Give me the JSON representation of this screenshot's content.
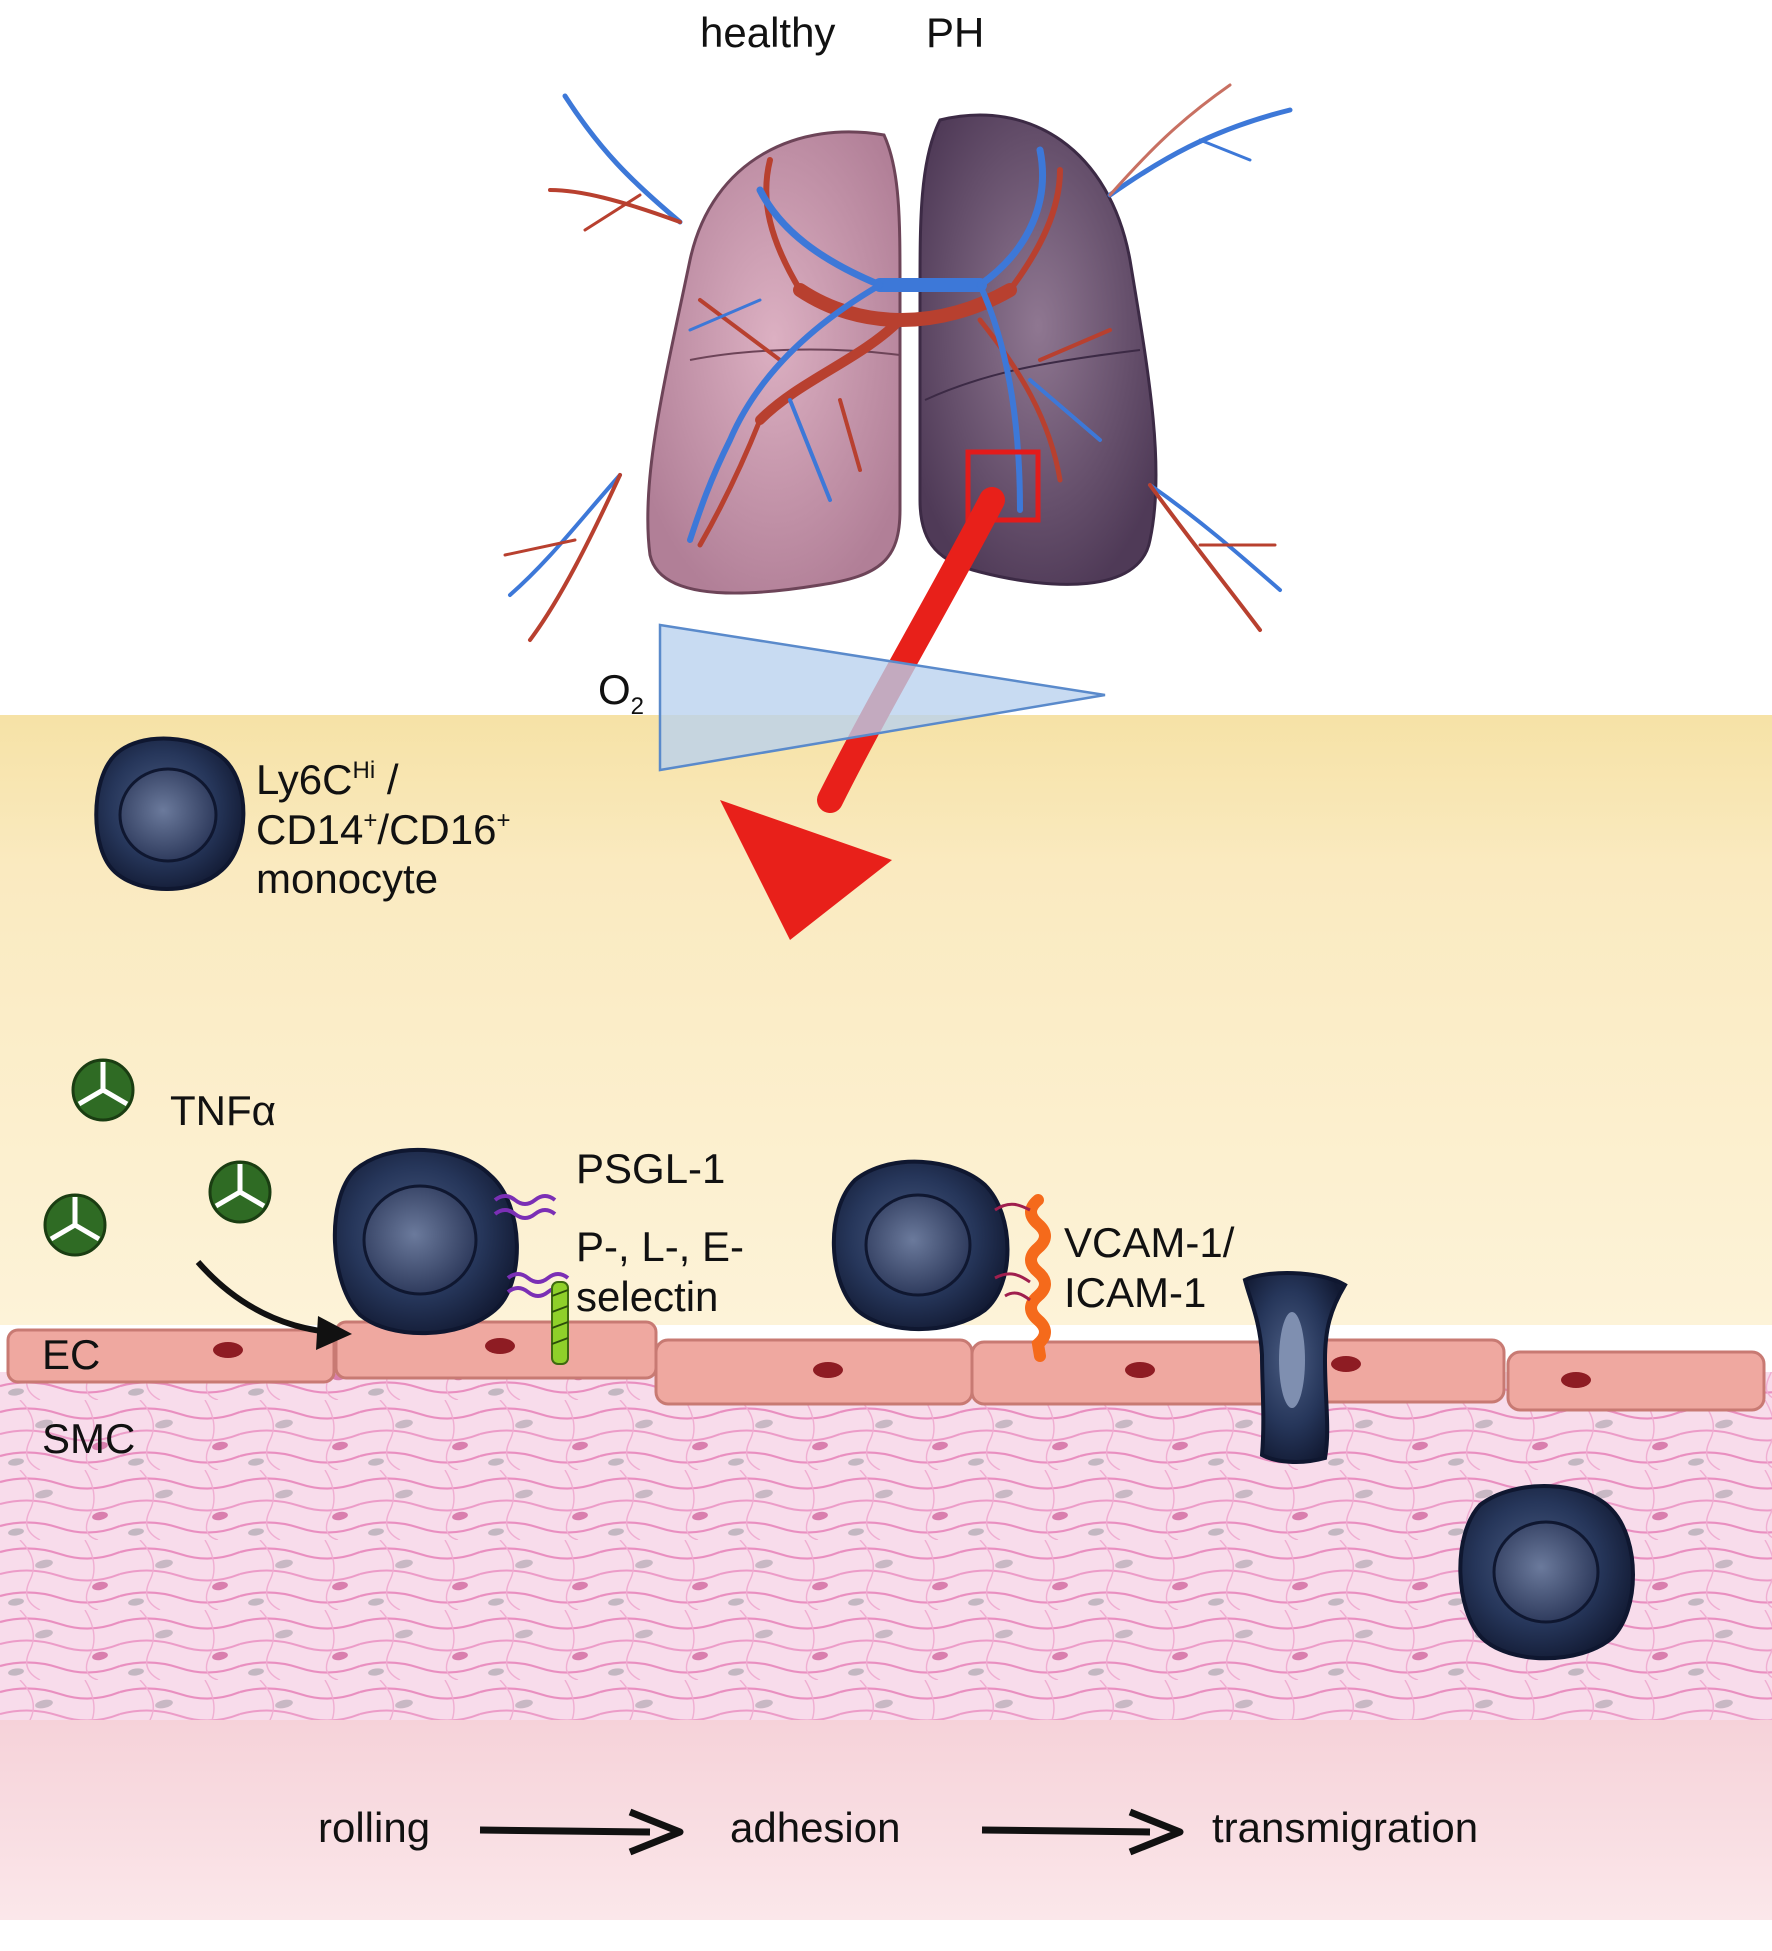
{
  "header": {
    "healthy": "healthy",
    "ph": "PH"
  },
  "o2": {
    "base": "O",
    "sub": "2"
  },
  "monocyte_label": {
    "line1_a": "Ly6C",
    "line1_sup": "Hi",
    "line1_b": " /",
    "line2_a": "CD14",
    "line2_sup1": "+",
    "line2_b": "/CD16",
    "line2_sup2": "+",
    "line3": "monocyte"
  },
  "tnf": "TNFα",
  "psgl": "PSGL-1",
  "selectin": {
    "line1": "P-, L-, E-",
    "line2": "selectin"
  },
  "vcam": {
    "line1": "VCAM-1/",
    "line2": "ICAM-1"
  },
  "layers": {
    "ec": "EC",
    "smc": "SMC"
  },
  "steps": {
    "rolling": "rolling",
    "adhesion": "adhesion",
    "transmigration": "transmigration"
  },
  "colors": {
    "plasma": "#fbedc9",
    "endothelium": "#efa8a0",
    "smooth_muscle": "#f8dceb",
    "monocyte": "#1e2d4f",
    "tnf_alpha": "#2f6b24",
    "migration_arrow": "#e8201a",
    "healthy_lung": "#c48fa6",
    "ph_lung": "#6e5470",
    "vein": "#3d78d8",
    "artery": "#b8402f"
  }
}
